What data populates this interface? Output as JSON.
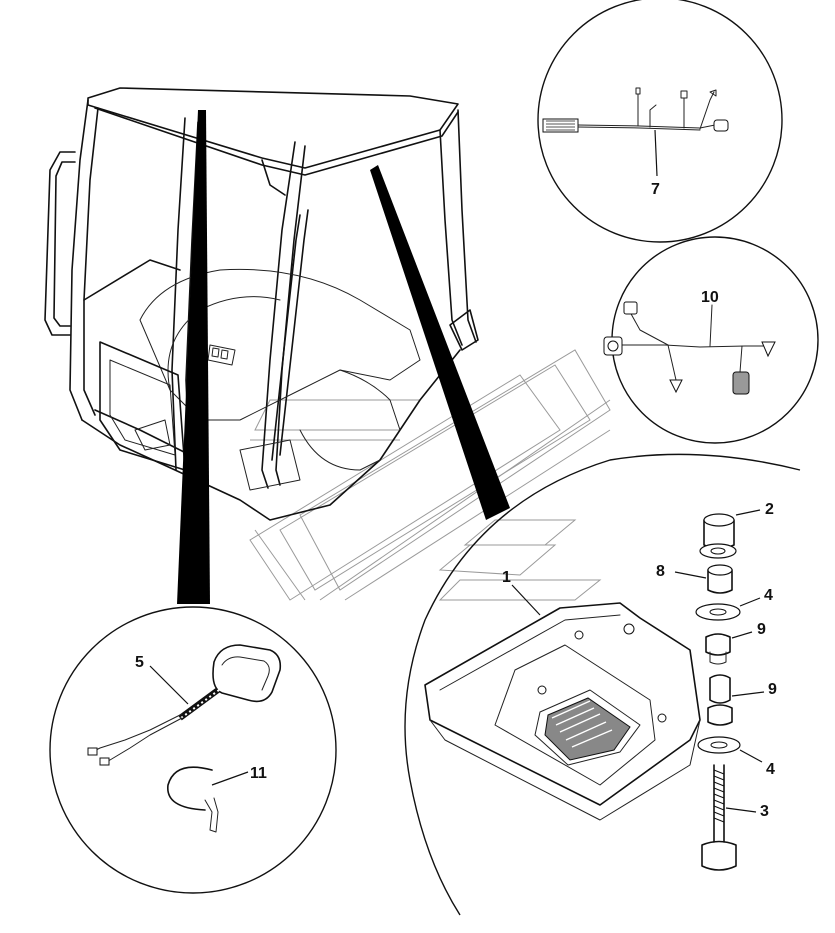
{
  "callouts": {
    "c1": "1",
    "c2": "2",
    "c3": "3",
    "c4a": "4",
    "c4b": "4",
    "c5": "5",
    "c7": "7",
    "c8": "8",
    "c9a": "9",
    "c9b": "9",
    "c10": "10",
    "c11": "11"
  },
  "colors": {
    "line": "#111111",
    "background": "#ffffff",
    "ghost": "#9a9a9a"
  }
}
